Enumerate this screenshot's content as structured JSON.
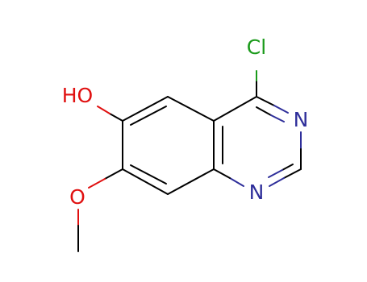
{
  "molecule": {
    "atoms": {
      "cl": {
        "text": "Cl",
        "color": "#1a9a1a"
      },
      "n_top": {
        "text": "N",
        "color": "#2e2e9a"
      },
      "n_bottom": {
        "text": "N",
        "color": "#2e2e9a"
      },
      "oh": {
        "text": "HO",
        "color": "#e01010"
      },
      "o_methoxy": {
        "text": "O",
        "color": "#e01010"
      }
    },
    "colors": {
      "bond": "#000000",
      "nitrogen_bond": "#2e2e9a",
      "oxygen_bond": "#e01010",
      "chlorine_bond": "#1a9a1a"
    }
  }
}
